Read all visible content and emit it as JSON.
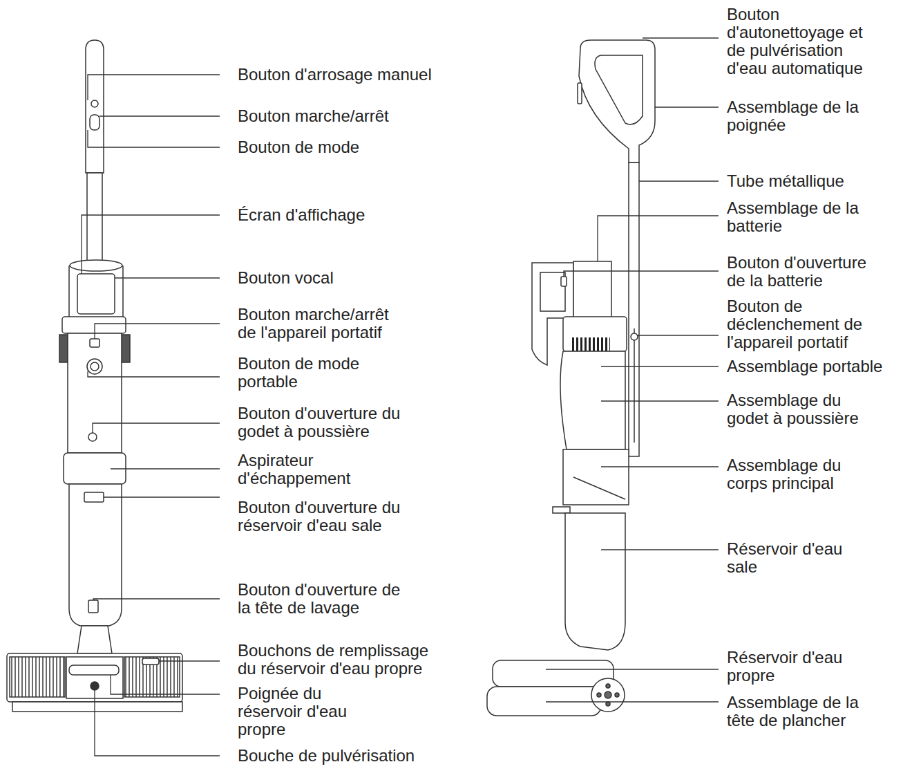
{
  "diagram": {
    "labels": [
      "Bouton d'arrosage manuel",
      "Bouton marche/arrêt",
      "Bouton de mode",
      "Écran d'affichage",
      "Bouton vocal",
      "Bouton marche/arrêt de l'appareil portatif",
      "Bouton de mode portable",
      "Bouton d'ouverture du godet à poussière",
      "Aspirateur d'échappement",
      "Bouton d'ouverture du réservoir d'eau sale",
      "Bouton d'ouverture de la tête de lavage",
      "Bouchons de remplissage du réservoir d'eau propre",
      "Poignée du réservoir d'eau propre",
      "Bouche de pulvérisation",
      "Bouton d'autonettoyage et de pulvérisation d'eau automatique",
      "Assemblage de la poignée",
      "Tube métallique",
      "Assemblage de la batterie",
      "Bouton d'ouverture de la batterie",
      "Bouton de déclenchement de l'appareil portatif",
      "Assemblage portable",
      "Assemblage du godet à poussière",
      "Assemblage du corps principal",
      "Réservoir d'eau sale",
      "Réservoir d'eau propre",
      "Assemblage de la tête de plancher"
    ]
  }
}
